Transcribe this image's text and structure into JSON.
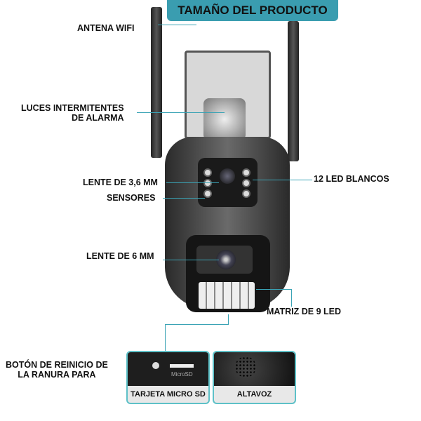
{
  "title": "TAMAÑO DEL PRODUCTO",
  "labels": {
    "antenna": "ANTENA WIFI",
    "alarm_lights": "LUCES INTERMITENTES\nDE ALARMA",
    "alarm_lights_1": "LUCES INTERMITENTES",
    "alarm_lights_2": "DE ALARMA",
    "lens_36": "LENTE DE 3,6 MM",
    "sensors": "SENSORES",
    "leds_12": "12 LED BLANCOS",
    "lens_6": "LENTE DE 6 MM",
    "matrix": "MATRIZ DE 9 LED",
    "reset_1": "BOTÓN DE REINICIO DE",
    "reset_2": "LA  RANURA PARA"
  },
  "cards": [
    {
      "caption": "TARJETA MICRO SD",
      "slot_text": "MicroSD"
    },
    {
      "caption": "ALTAVOZ"
    }
  ],
  "colors": {
    "accent": "#3a9db0",
    "card_border": "#5ec1c8"
  }
}
